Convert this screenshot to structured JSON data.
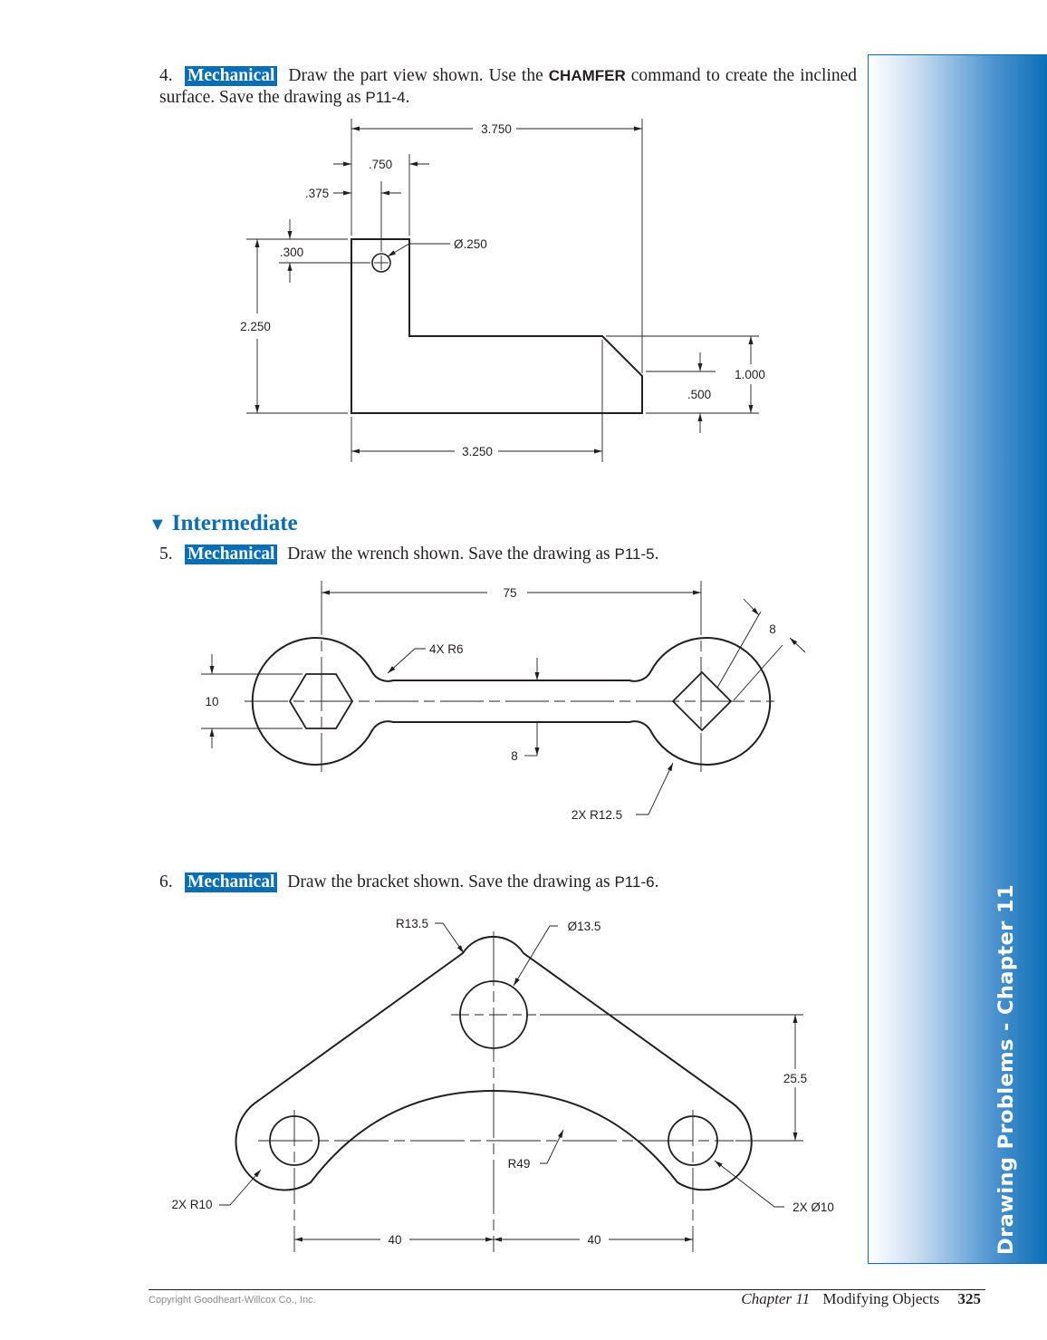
{
  "problems": [
    {
      "number": "4.",
      "badge": "Mechanical",
      "text_before": "Draw the part view shown. Use the",
      "command": "CHAMFER",
      "text_after": "command to create the inclined surface. Save the drawing as",
      "filename": "P11-4",
      "end": "."
    },
    {
      "number": "5.",
      "badge": "Mechanical",
      "text_before": "Draw the wrench shown. Save the drawing as",
      "filename": "P11-5",
      "end": "."
    },
    {
      "number": "6.",
      "badge": "Mechanical",
      "text_before": "Draw the bracket shown. Save the drawing as",
      "filename": "P11-6",
      "end": "."
    }
  ],
  "section": {
    "marker": "▼",
    "title": "Intermediate"
  },
  "drawing_p11_4": {
    "dimensions": {
      "overall_width": "3.750",
      "slot_width": ".750",
      "hole_x": ".375",
      "hole_diameter": "Ø.250",
      "hole_y": ".300",
      "overall_height": "2.250",
      "step_height": "1.000",
      "chamfer_height": ".500",
      "bottom_width": "3.250"
    }
  },
  "drawing_p11_5": {
    "dimensions": {
      "center_distance": "75",
      "fillet_radius": "4X R6",
      "square_size": "8",
      "hex_size": "10",
      "handle_width": "8",
      "end_radius": "2X R12.5"
    }
  },
  "drawing_p11_6": {
    "dimensions": {
      "top_radius": "R13.5",
      "top_hole": "Ø13.5",
      "height": "25.5",
      "arc_radius": "R49",
      "end_radius": "2X R10",
      "end_holes": "2X Ø10",
      "left_spacing": "40",
      "right_spacing": "40"
    }
  },
  "side_tab": {
    "text": "Drawing Problems - Chapter 11"
  },
  "footer": {
    "copyright": "Copyright Goodheart-Willcox Co., Inc.",
    "chapter": "Chapter 11",
    "chapter_title": "Modifying Objects",
    "page_number": "325"
  }
}
